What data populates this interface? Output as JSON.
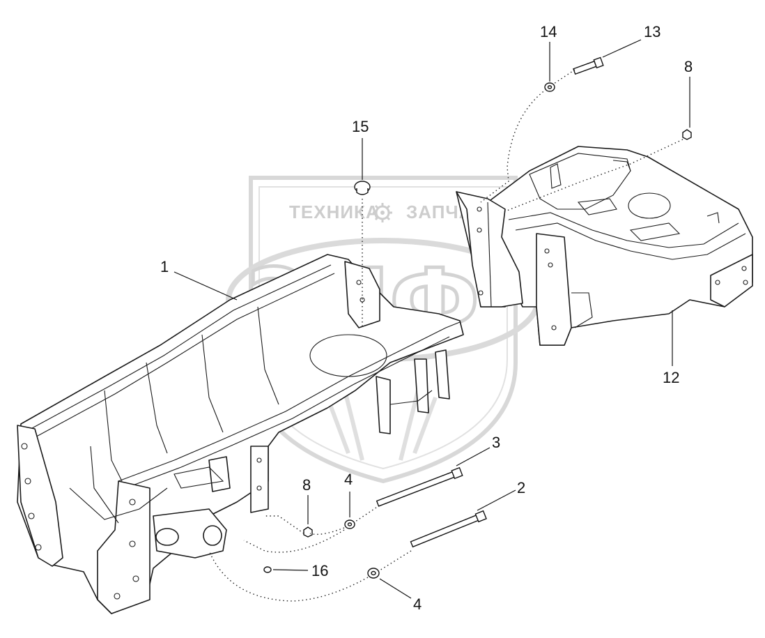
{
  "watermark": {
    "top_text_left": "ТЕХНИКА",
    "top_text_right": "ЗАПЧАСТИ",
    "big_letters": "ЭПФ",
    "gear_icon": "gear-icon"
  },
  "callouts": [
    {
      "id": "1",
      "label": "1"
    },
    {
      "id": "2",
      "label": "2"
    },
    {
      "id": "3",
      "label": "3"
    },
    {
      "id": "4a",
      "label": "4"
    },
    {
      "id": "4b",
      "label": "4"
    },
    {
      "id": "8a",
      "label": "8"
    },
    {
      "id": "8b",
      "label": "8"
    },
    {
      "id": "12",
      "label": "12"
    },
    {
      "id": "13",
      "label": "13"
    },
    {
      "id": "14",
      "label": "14"
    },
    {
      "id": "15",
      "label": "15"
    },
    {
      "id": "16",
      "label": "16"
    }
  ]
}
